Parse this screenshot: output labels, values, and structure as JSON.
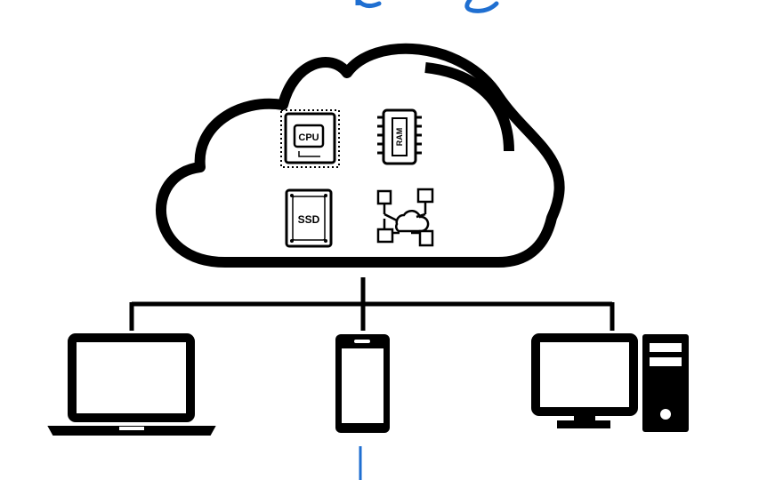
{
  "colors": {
    "ink": "#000000",
    "accent_blue": "#1f6fd1",
    "background": "#ffffff"
  },
  "cloud": {
    "icons": {
      "cpu": {
        "icon": "cpu-chip-icon",
        "label": "CPU"
      },
      "ram": {
        "icon": "ram-module-icon",
        "label": "RAM"
      },
      "ssd": {
        "icon": "ssd-drive-icon",
        "label": "SSD"
      },
      "network": {
        "icon": "network-topology-icon"
      }
    }
  },
  "devices": [
    {
      "icon": "laptop-icon"
    },
    {
      "icon": "smartphone-icon"
    },
    {
      "icon": "desktop-computer-icon"
    }
  ]
}
